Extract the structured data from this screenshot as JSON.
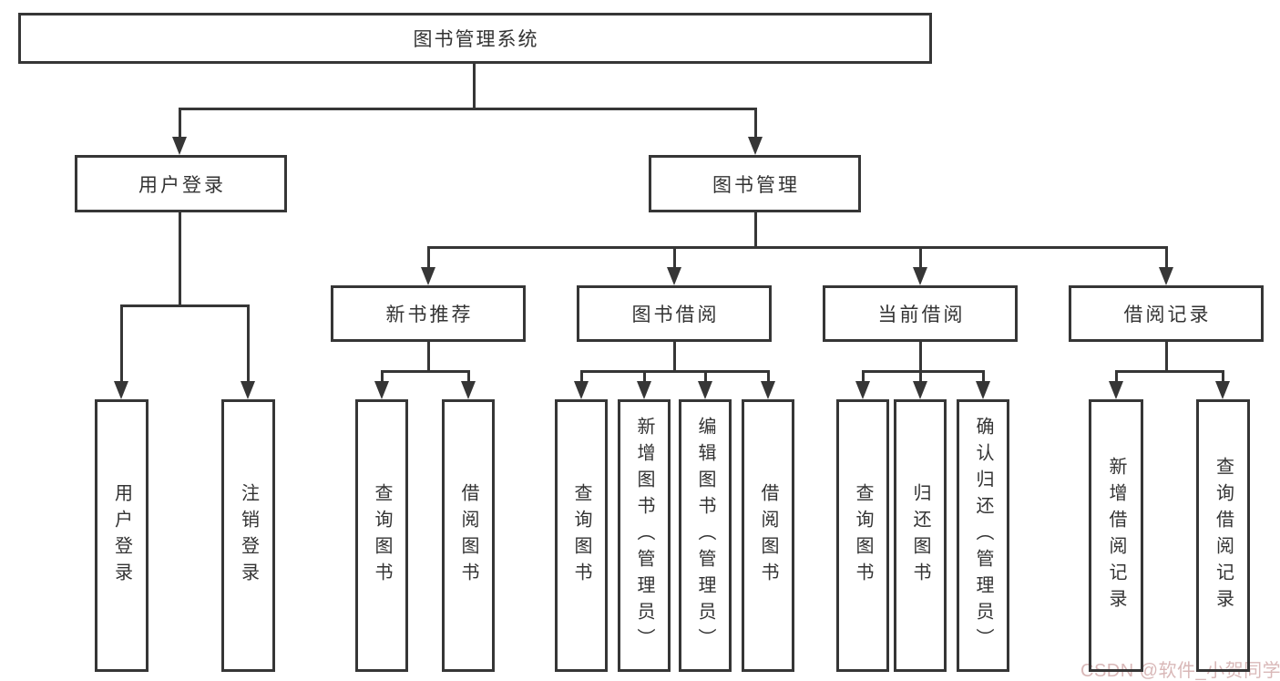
{
  "diagram": {
    "root": {
      "label": "图书管理系统"
    },
    "level2": {
      "user_login": {
        "label": "用户登录"
      },
      "book_mgmt": {
        "label": "图书管理"
      }
    },
    "level3": {
      "new_book": {
        "label": "新书推荐"
      },
      "book_borrow": {
        "label": "图书借阅"
      },
      "current_borrow": {
        "label": "当前借阅"
      },
      "borrow_records": {
        "label": "借阅记录"
      }
    },
    "leaves": {
      "login": {
        "label": "用户登录"
      },
      "logout": {
        "label": "注销登录"
      },
      "newbook_query": {
        "label": "查询图书"
      },
      "newbook_borrow": {
        "label": "借阅图书"
      },
      "borrow_query": {
        "label": "查询图书"
      },
      "borrow_add": {
        "label": "新增图书（管理员）"
      },
      "borrow_edit": {
        "label": "编辑图书（管理员）"
      },
      "borrow_lend": {
        "label": "借阅图书"
      },
      "current_query": {
        "label": "查询图书"
      },
      "current_return": {
        "label": "归还图书"
      },
      "current_confirm": {
        "label": "确认归还（管理员）"
      },
      "records_add": {
        "label": "新增借阅记录"
      },
      "records_query": {
        "label": "查询借阅记录"
      }
    }
  },
  "watermark": {
    "text": "CSDN @软件_小贺同学"
  },
  "colors": {
    "line": "#363636",
    "text": "#333333",
    "watermark": "#d9b8b8",
    "background": "#ffffff"
  }
}
